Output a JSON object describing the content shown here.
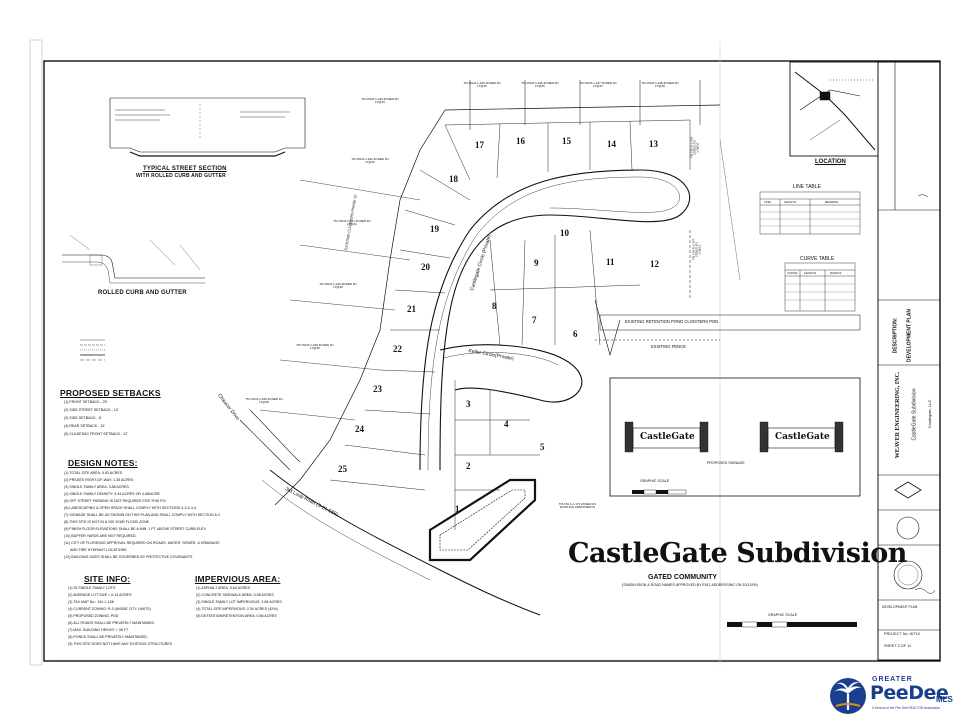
{
  "header": {
    "typical_street_section": "TYPICAL STREET SECTION",
    "typical_street_section_sub": "WITH ROLLED CURB AND GUTTER",
    "rolled_curb": "ROLLED CURB AND GUTTER"
  },
  "setbacks": {
    "title": "PROPOSED SETBACKS",
    "items": [
      "(1) FRONT SETBACK - 25'",
      "(2) SIDE STREET SETBACK - 10'",
      "(3) SIDE SETBACK - 5'",
      "(4) REAR SETBACK - 15'",
      "(5) CULDESAC FRONT SETBACK - 12'"
    ]
  },
  "design_notes": {
    "title": "DESIGN NOTES:",
    "items": [
      "(1) TOTAL SITE AREA: 5.63 ACRES",
      "(2) PRIVATE RIGHT-OF-WAY: 1.35 ACRES",
      "(3) SINGLE FAMILY AREA: 3.88 ACRES",
      "(4) SINGLE FAMILY DENSITY: 4.44 ACRES OR 4.68/ACRE",
      "(5) OFF STREET PARKING IS NOT REQUIRED FOR THIS P.D.",
      "(6) LANDSCAPING & OPEN SPACE SHALL COMPLY WITH SECTIONS 4-3 & 4-4",
      "(7) SIGNAGE SHALL BE AS SHOWN ON THIS PLAN AND SHALL COMPLY WITH SECTION 6.3",
      "(8) THIS SITE IS NOT IN A 100 YEAR FLOOD ZONE",
      "(9) FINISH FLOOR ELEVATIONS SHALL BE A MIN. 1 FT. ABOVE STREET CURB ELEV.",
      "(10) BUFFER YARDS ARE NOT REQUIRED.",
      "(11) CITY OF FLORENCE APPROVAL REQUIRED ON ROADS, WATER, SEWER, & DRAINAGE.",
      "AND FIRE HYDRANT LOCATIONS",
      "(12) BUILDING SIZES SHALL BE GOVERNED BY PROTECTIVE COVENANTS"
    ]
  },
  "site_info": {
    "title": "SITE INFO:",
    "items": [
      "(1) 25 SINGLE FAMILY LOTS",
      "(2) AVERAGE LOT SIZE = 0.13 ACRES",
      "(3) TAX MAP No.: 151-1-158",
      "(4) CURRENT ZONING: R-3 (INSIDE CITY LIMITS)",
      "(5) PROPOSED ZONING: PDD",
      "(6) ALL ROADS SHALL BE PRIVATELY MAINTAINED.",
      "(7) MAX. BUILDING HEIGHT = 38 FT.",
      "(8) PONDS SHALL BE PRIVATELY MAINTAINED.",
      "(9) THIS SITE DOES NOT HAVE ANY EXISTING STRUCTURES"
    ]
  },
  "impervious": {
    "title": "IMPERVIOUS AREA:",
    "items": [
      "(1) ASPHALT AREA: 0.64 ACRES",
      "(2) CONCRETE SIDEWALK AREA: 0.08 ACRES",
      "(3) SINGLE FAMILY LOT IMPERVIOUS: 1.58 ACRES",
      "(4) TOTAL SITE IMPERVIOUS: 2.30 ACRES (42%)",
      "(5) DETENTION/RETENTION AREA: 0.56 ACRES"
    ]
  },
  "lots": [
    "1",
    "2",
    "3",
    "4",
    "5",
    "6",
    "7",
    "8",
    "9",
    "10",
    "11",
    "12",
    "13",
    "14",
    "15",
    "16",
    "17",
    "18",
    "19",
    "20",
    "21",
    "22",
    "23",
    "24",
    "25"
  ],
  "roads": {
    "castlegate_circle": "Castlegate Circle (Private)",
    "keller_circle": "Keller Circle(Private)",
    "chaucer_drive": "Chaucer Drive",
    "loop_road": "3rd Loop Road (S-21-588)",
    "existing_fence": "EXISTING FENCE",
    "retention_pond": "EXISTING RETENTION POND CLOISTERS PON",
    "cloisters": "EXISTING CLOISTERS PHASE 10"
  },
  "tm_labels": [
    "TM 150-8-1-245 ZONED R1 LT@45",
    "TM 150-8-1-246 ZONED R1 LT@46",
    "TM 150-8-1-247 ZONED R1 LT@47",
    "TM 150-8-1-248 ZONED R1 LT@48",
    "TM 150-8-1-243 ZONED R1 LT@43",
    "TM 150-8-1-242 ZONED R1 LT@42",
    "TM 150-8-1-241 ZONED R1 LT@41",
    "TM 150-8-1-240 ZONED R1 LT@40",
    "TM 150-8-1-239 ZONED R1 LT@39",
    "TM 150-8-1-238 ZONED R1 LT@38",
    "TM 150-8-1-269 ZONED R1 LT@10",
    "TM 150-8-1-267 ZONED R1 LT@12",
    "TM 150-1-1-173 ZONED R1 EXISTING APARTMENTS"
  ],
  "location": {
    "label": "LOCATION"
  },
  "line_table": {
    "title": "LINE TABLE",
    "headers": [
      "LINE",
      "LENGTH",
      "BEARING"
    ]
  },
  "curve_table": {
    "title": "CURVE TABLE",
    "headers": [
      "CURVE",
      "LENGTH",
      "RADIUS"
    ]
  },
  "signage": {
    "sign_text": "CastleGate",
    "proposed_signage": "PROPOSED SIGNAGE",
    "graphic_scale": "GRAPHIC SCALE"
  },
  "main_title": {
    "title": "CastleGate Subdivision",
    "subtitle": "GATED COMMUNITY",
    "note": "(SUBDIVISION & ROAD NAMES APPROVED BY E911 ADDRESSING ON 10/12/09)"
  },
  "title_block": {
    "firm": "WEAVER ENGINEERING, INC.",
    "project": "CastleGate Subdivision",
    "owner": "Castlegate, LLC",
    "description": "DEVELOPMENT PLAN",
    "description_label": "DESCRIPTION:",
    "project_no": "PROJECT No. WT19",
    "sheet": "SHEET 3 OF 11"
  },
  "brand": {
    "greater": "GREATER",
    "name": "PeeDee",
    "mls": "MLS",
    "tagline": "A Service of the Pee Dee REALTOR Association"
  },
  "colors": {
    "ink": "#111111",
    "brand_blue": "#1b3f8f",
    "brand_orange": "#e38b1e",
    "paper": "#ffffff"
  }
}
